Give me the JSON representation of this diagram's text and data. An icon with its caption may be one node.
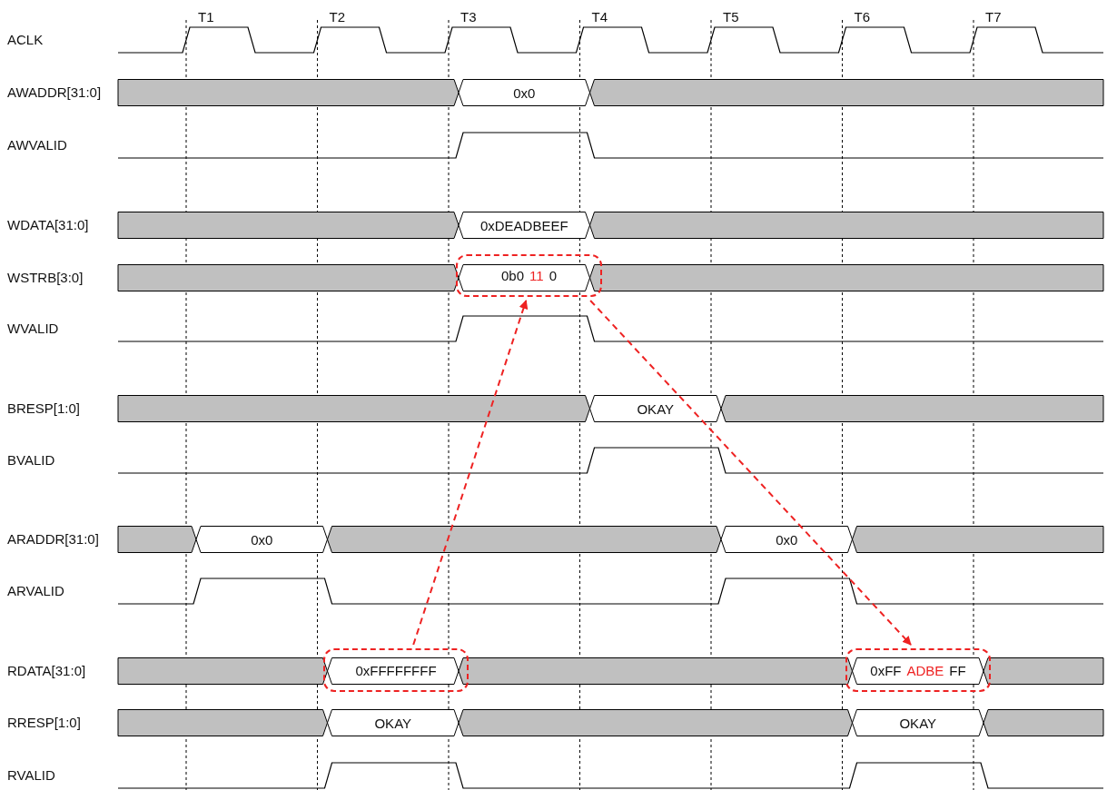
{
  "diagram": {
    "nodes": [
      {
        "text": [
          "0b0",
          "11",
          "0"
        ]
      },
      {
        "text": [
          "0xFFFFFFFF"
        ]
      },
      {
        "text": [
          "0xFF",
          "ADBE",
          "FF"
        ]
      }
    ],
    "edges": [
      {
        "from": 1,
        "to": 0,
        "arrow": "to",
        "style": "dashed",
        "color": "#ee2222"
      },
      {
        "from": 0,
        "to": 2,
        "arrow": "to",
        "style": "dashed",
        "color": "#ee2222"
      }
    ],
    "labels": [
      "T1",
      "T2",
      "T3",
      "T4",
      "T5",
      "T6",
      "T7",
      "ACLK",
      "AWADDR[31:0]",
      "0x0",
      "AWVALID",
      "WDATA[31:0]",
      "0xDEADBEEF",
      "WSTRB[3:0]",
      "WVALID",
      "BRESP[1:0]",
      "OKAY",
      "BVALID",
      "ARADDR[31:0]",
      "0x0",
      "0x0",
      "ARVALID",
      "RDATA[31:0]",
      "RRESP[1:0]",
      "OKAY",
      "OKAY",
      "RVALID"
    ]
  }
}
